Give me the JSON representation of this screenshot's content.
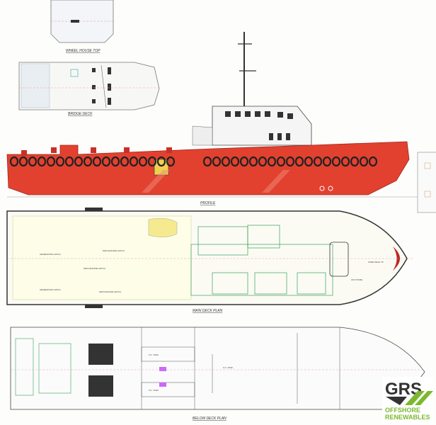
{
  "drawing": {
    "views": {
      "wheelhouse_top": "WHEEL HOUSE TOP",
      "bridge_deck": "BRIDGE DECK",
      "profile": "PROFILE",
      "main_deck": "MAIN DECK PLAN",
      "below_deck": "BELOW DECK PLAN"
    },
    "main_deck_labels": {
      "gen_hatch_1": "GENERATOR HATCH",
      "gen_hatch_2": "GENERATOR HATCH",
      "me_hatch_1": "MAIN ENGINE HATCH",
      "me_hatch_2": "MAIN ENGINE HATCH",
      "me_hatch_3": "MAIN ENGINE HATCH",
      "fore_peak": "FORE PEAK TK",
      "store": "UW STORE"
    },
    "below_deck_labels": {
      "fo_tank_1": "F.O. TANK",
      "fo_tank_2": "F.O. TANK",
      "fo_tank_3": "F.O. TANK"
    },
    "colors": {
      "hull": "#e2412f",
      "hull_dark": "#b92b25",
      "line": "#555555",
      "green": "#3aa05a"
    }
  },
  "logo": {
    "name": "GRS",
    "line1": "OFFSHORE",
    "line2": "RENEWABLES"
  }
}
